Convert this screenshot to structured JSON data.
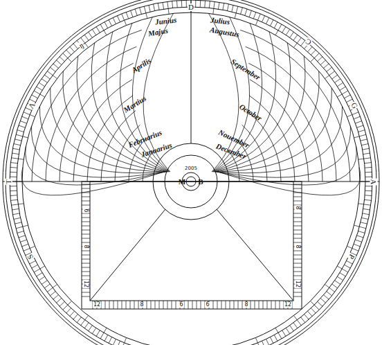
{
  "diagram": {
    "labels": [
      "D",
      "Junius",
      "Majus",
      "Julius",
      "Augustus",
      "Aprilis",
      "September",
      "Martius",
      "October",
      "Februarius",
      "Nouember",
      "Januarius",
      "December",
      "2005",
      "M",
      "B",
      "ŋ",
      "Λ",
      "T",
      "S",
      "Ɔ",
      "G",
      "A",
      "P",
      "6",
      "8",
      "12",
      "8",
      "8",
      "12",
      "12",
      "8",
      "6",
      "6",
      "8",
      "12"
    ]
  }
}
